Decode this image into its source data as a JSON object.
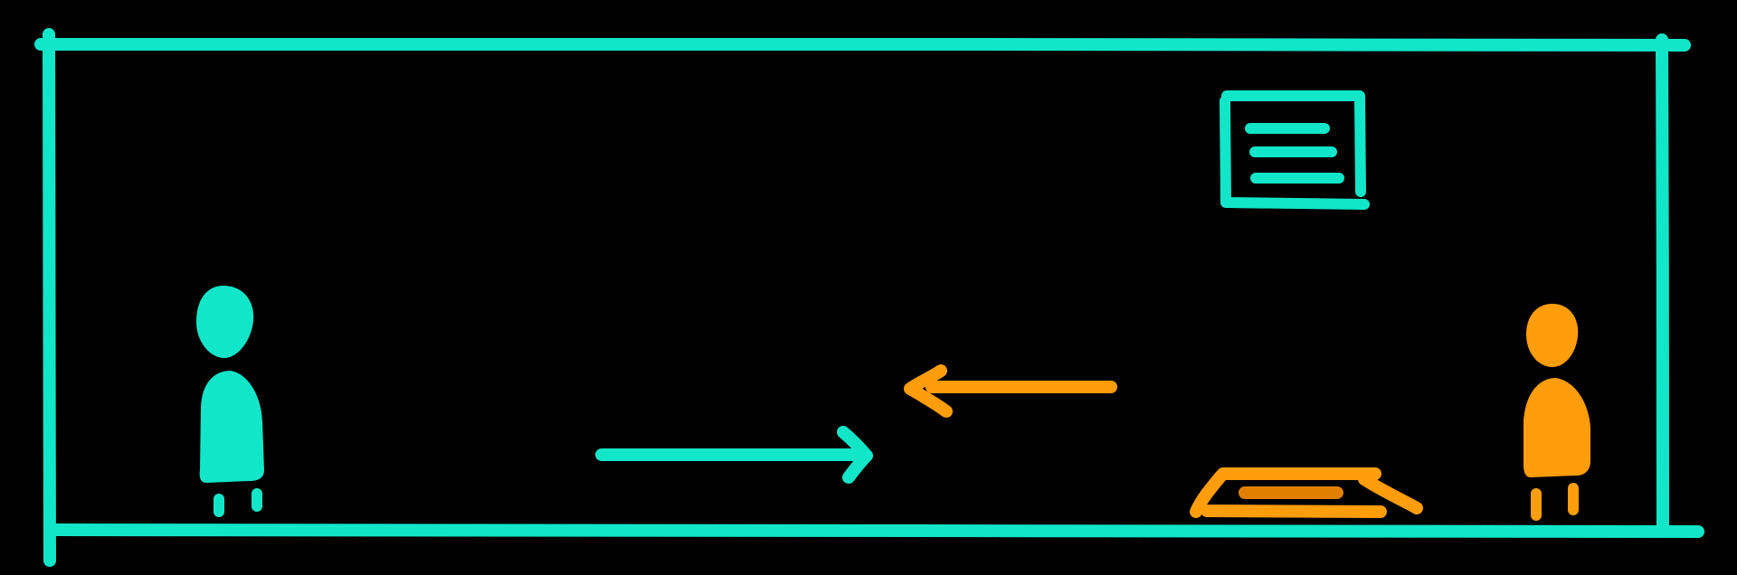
{
  "colors": {
    "background": "#000000",
    "teal": "#11e6c9",
    "orange": "#ff9d0a",
    "orange_dark": "#e07f00"
  },
  "elements": {
    "frame": "room-frame",
    "left_figure": "person-icon",
    "right_figure": "person-icon",
    "document": "document-icon",
    "tray": "tray-icon",
    "arrow_right": "arrow-right",
    "arrow_left": "arrow-left"
  }
}
